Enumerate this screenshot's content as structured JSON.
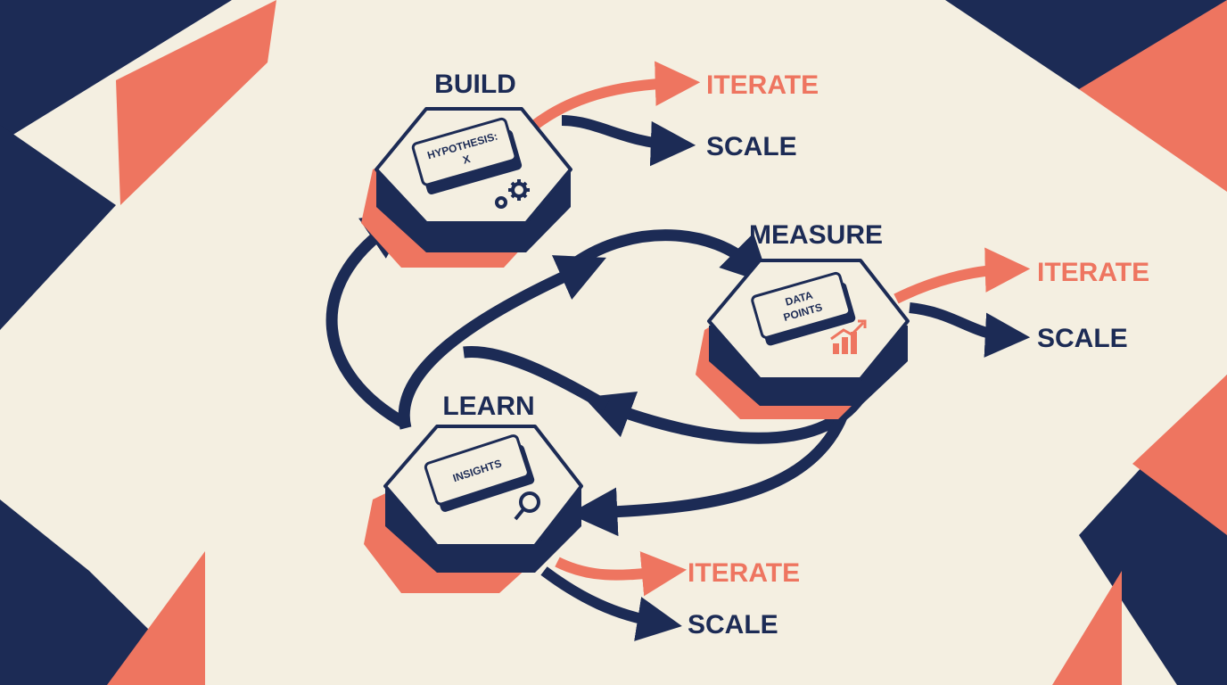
{
  "colors": {
    "background": "#f4efe1",
    "navy": "#1c2b55",
    "coral": "#ee7560",
    "card": "#f4efe1"
  },
  "stages": [
    {
      "title": "BUILD",
      "card_text": [
        "HYPOTHESIS:",
        "X"
      ],
      "icon": "gears-icon",
      "outputs": {
        "iterate": "ITERATE",
        "scale": "SCALE"
      }
    },
    {
      "title": "MEASURE",
      "card_text": [
        "DATA",
        "POINTS"
      ],
      "icon": "bar-chart-icon",
      "outputs": {
        "iterate": "ITERATE",
        "scale": "SCALE"
      }
    },
    {
      "title": "LEARN",
      "card_text": [
        "INSIGHTS"
      ],
      "icon": "magnifier-icon",
      "outputs": {
        "iterate": "ITERATE",
        "scale": "SCALE"
      }
    }
  ]
}
